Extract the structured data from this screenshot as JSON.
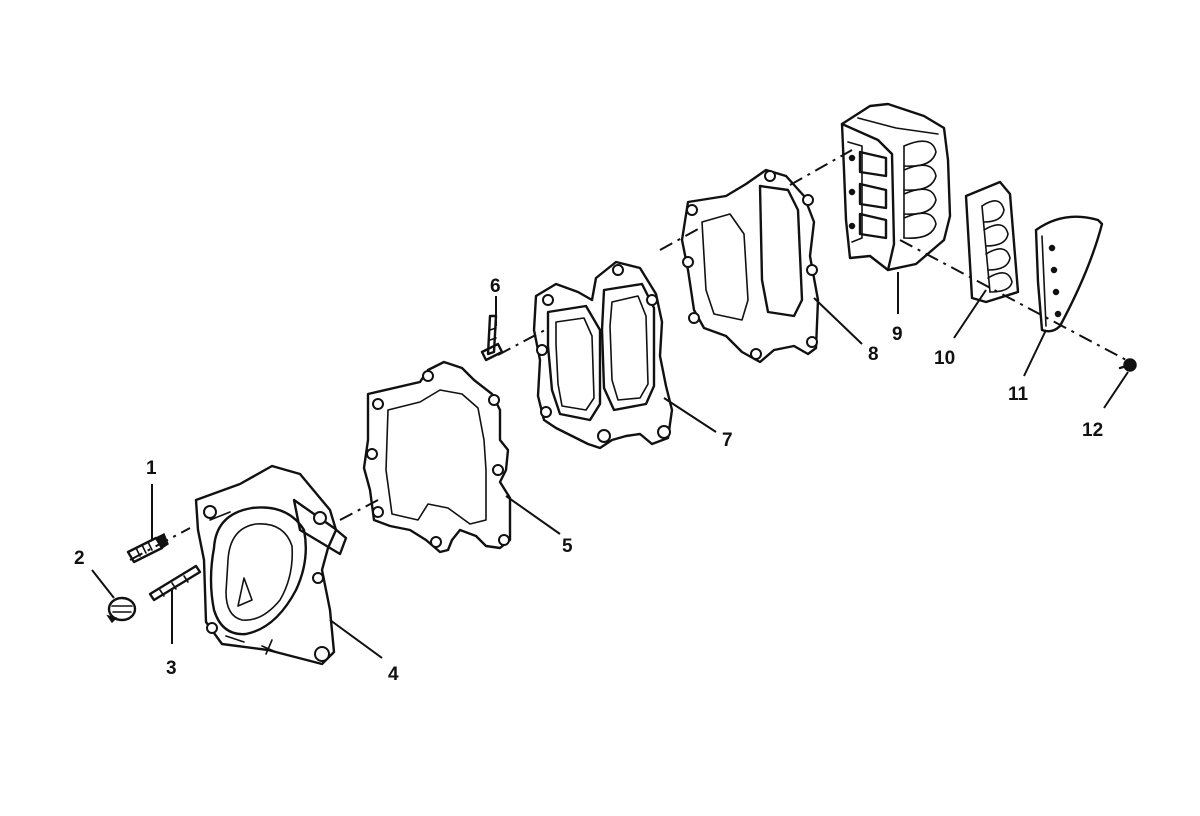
{
  "diagram": {
    "callouts": [
      {
        "id": "1",
        "text": "1"
      },
      {
        "id": "2",
        "text": "2"
      },
      {
        "id": "3",
        "text": "3"
      },
      {
        "id": "4",
        "text": "4"
      },
      {
        "id": "5",
        "text": "5"
      },
      {
        "id": "6",
        "text": "6"
      },
      {
        "id": "7",
        "text": "7"
      },
      {
        "id": "8",
        "text": "8"
      },
      {
        "id": "9",
        "text": "9"
      },
      {
        "id": "10",
        "text": "10"
      },
      {
        "id": "11",
        "text": "11"
      },
      {
        "id": "12",
        "text": "12"
      }
    ],
    "colors": {
      "line": "#111111",
      "background": "#ffffff"
    }
  }
}
